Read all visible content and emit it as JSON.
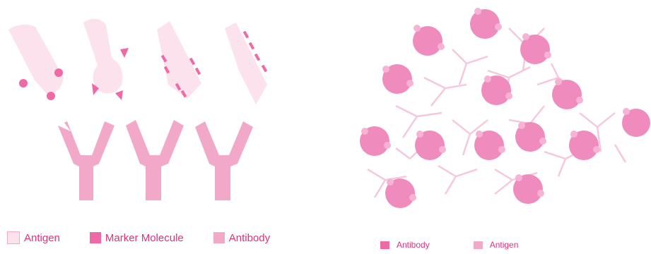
{
  "colors": {
    "antigen_light": "#fbe2ec",
    "marker": "#ef6aa5",
    "antibody": "#f2a9c9",
    "antigen_dark": "#f08bbe",
    "antigen_knob": "#f6b3d4",
    "antibody_outline": "#f6c6dc",
    "label_text": "#e0307a"
  },
  "legend_left": {
    "items": [
      {
        "label": "Antigen",
        "swatch": "antigen_light"
      },
      {
        "label": "Marker Molecule",
        "swatch": "marker"
      },
      {
        "label": "Antibody",
        "swatch": "antibody"
      }
    ]
  },
  "legend_right": {
    "items": [
      {
        "label": "Antibody",
        "swatch": "marker"
      },
      {
        "label": "Antigen",
        "swatch": "antibody"
      }
    ]
  }
}
